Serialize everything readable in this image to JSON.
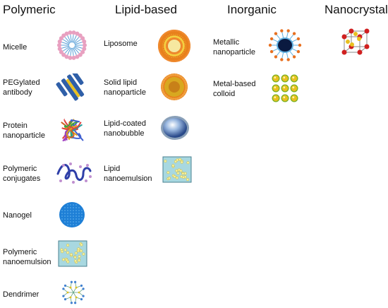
{
  "headers": {
    "polymeric": "Polymeric",
    "lipid": "Lipid-based",
    "inorganic": "Inorganic",
    "nanocrystals": "Nanocrystals"
  },
  "polymeric": {
    "micelle": "Micelle",
    "pegylated_antibody": "PEGylated\nantibody",
    "protein_nanoparticle": "Protein\nnanoparticle",
    "polymeric_conjugates": "Polymeric\nconjugates",
    "nanogel": "Nanogel",
    "polymeric_nanoemulsion": "Polymeric\nnanoemulsion",
    "dendrimer": "Dendrimer"
  },
  "lipid": {
    "liposome": "Liposome",
    "solid_lipid_nanoparticle": "Solid lipid\nnanoparticle",
    "lipid_coated_nanobubble": "Lipid-coated\nnanobubble",
    "lipid_nanoemulsion": "Lipid\nnanoemulsion"
  },
  "inorganic": {
    "metallic_nanoparticle": "Metallic\nnanoparticle",
    "metal_based_colloid": "Metal-based\ncolloid"
  },
  "colors": {
    "micelle_pink": "#e8a0c0",
    "micelle_blue": "#5aa0d8",
    "antibody_blue": "#2f5fa8",
    "antibody_yellow": "#e8c020",
    "nanogel_blue": "#1e7fd6",
    "emulsion_fill": "#a8d8e0",
    "emulsion_drop": "#f4f0a0",
    "lipid_orange": "#e8801c",
    "lipid_yellow": "#f4d040",
    "bubble_blue": "#6a98d0",
    "metal_core": "#0a1a40",
    "metal_stem": "#60b0e0",
    "gold": "#e8c020",
    "crystal_red": "#d02020"
  }
}
